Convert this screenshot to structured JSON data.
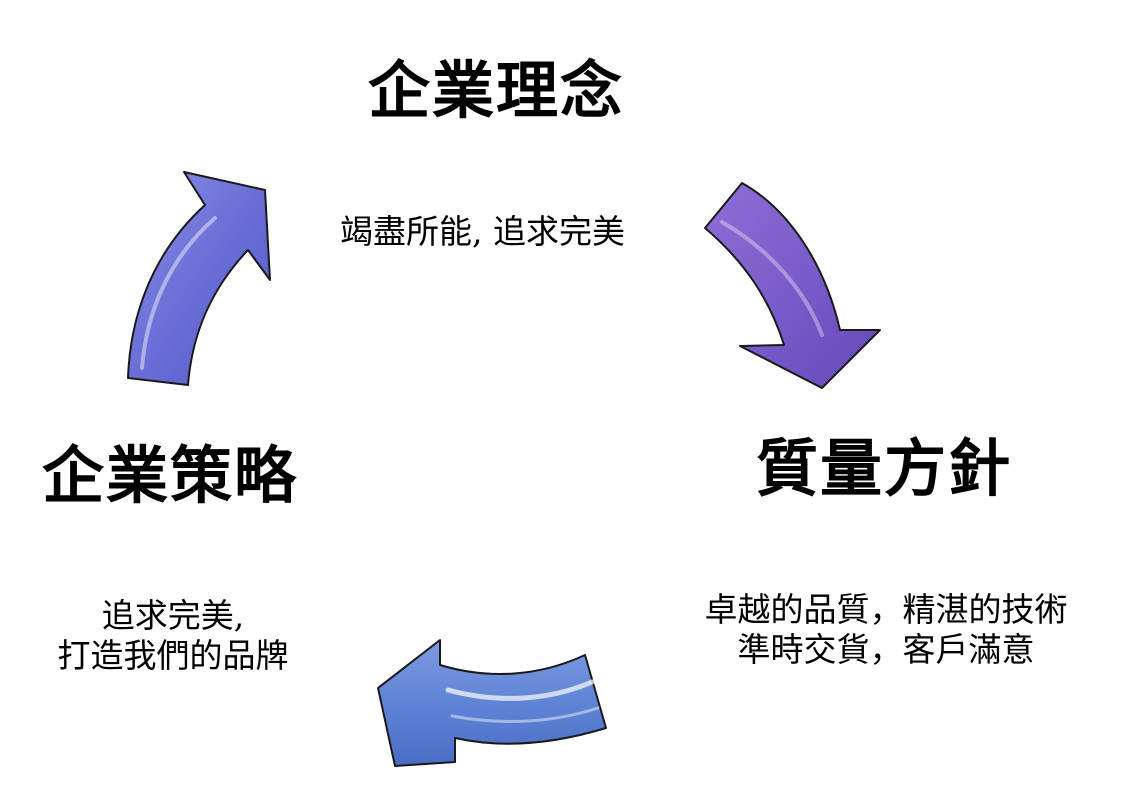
{
  "cycle": {
    "philosophy": {
      "title": "企業理念",
      "lines": [
        "竭盡所能, 追求完美"
      ]
    },
    "quality": {
      "title": "質量方針",
      "lines": [
        "卓越的品質，精湛的技術",
        "準時交貨，客戶滿意"
      ]
    },
    "strategy": {
      "title": "企業策略",
      "lines": [
        "追求完美,",
        "打造我們的品牌"
      ]
    }
  },
  "colors": {
    "arrow_up": "#6a6ed6",
    "arrow_down": "#7a5cc9",
    "arrow_left": "#5f84d6",
    "outline": "#1a1a1a"
  }
}
